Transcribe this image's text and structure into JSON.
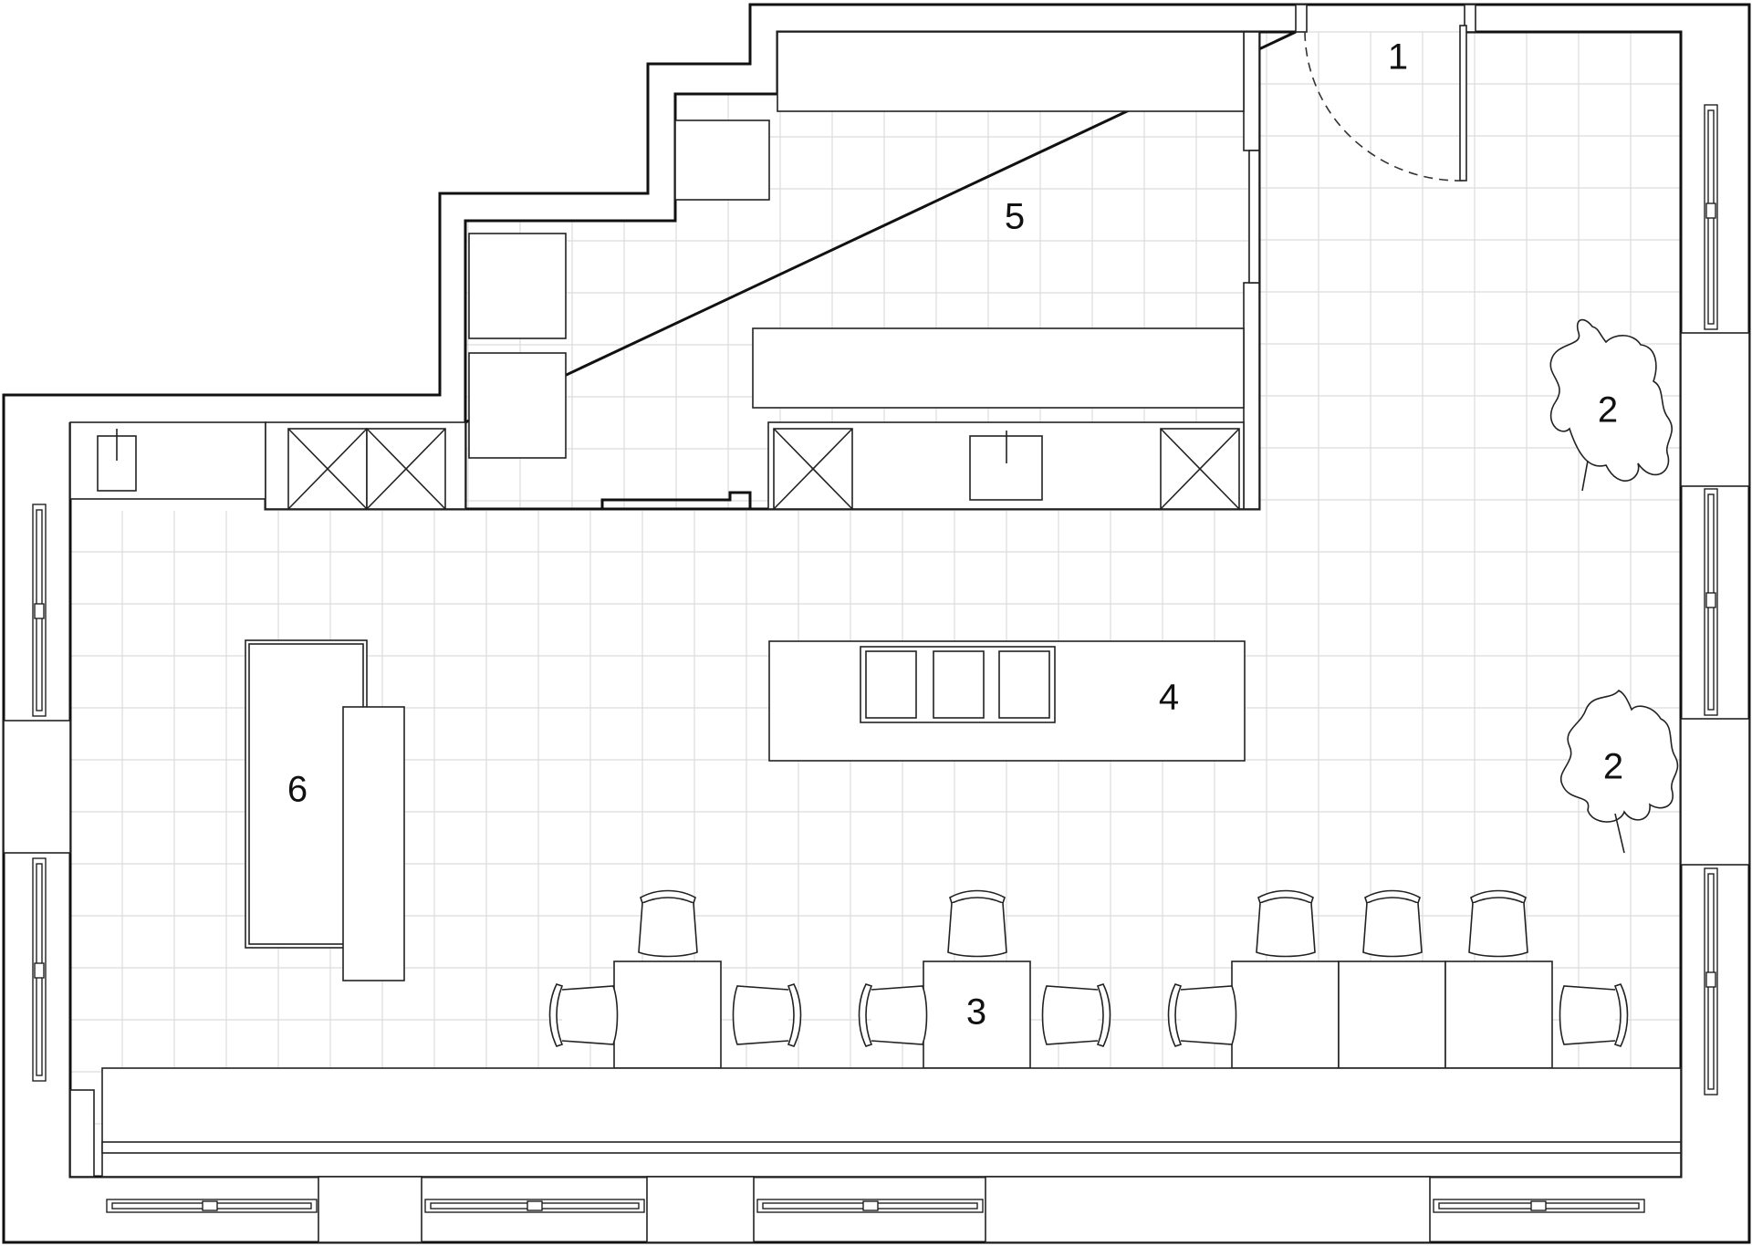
{
  "labels": {
    "entrance": "1",
    "plant_a": "2",
    "plant_b": "2",
    "tables": "3",
    "island": "4",
    "kitchen": "5",
    "display": "6"
  }
}
